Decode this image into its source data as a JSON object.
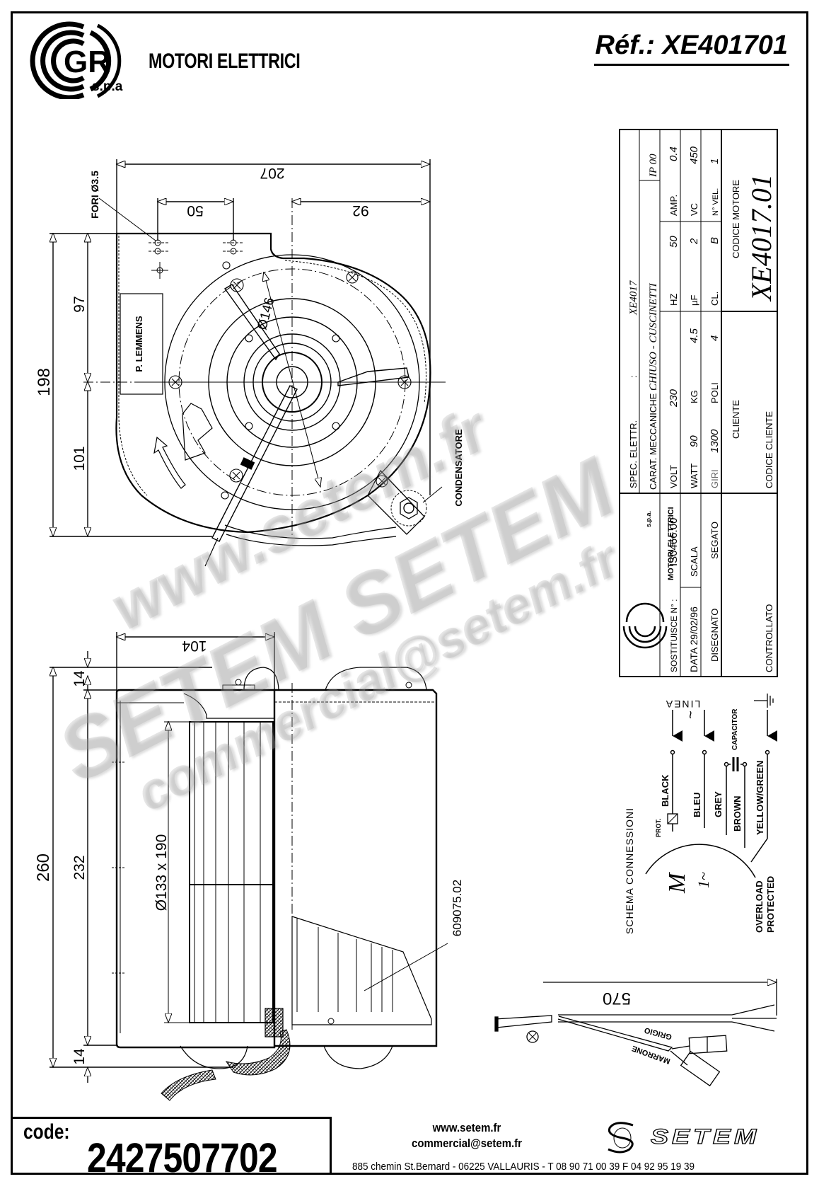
{
  "header": {
    "brand_name": "MOTORI ELETTRICI",
    "brand_suffix": "s.p.a",
    "reference": "Réf.: XE401701"
  },
  "front_view": {
    "dimensions": {
      "overall_width": "207",
      "hole_spacing": "50",
      "offset_right": "92",
      "overall_height": "198",
      "upper_height": "97",
      "lower_height": "101",
      "wheel_diameter": "Ø146"
    },
    "labels": {
      "holes": "FORI Ø3.5",
      "nameplate": "P. LEMMENS",
      "capacitor": "CONDENSATORE"
    }
  },
  "side_view": {
    "dimensions": {
      "depth": "104",
      "top_foot": "14",
      "overall_height": "260",
      "body_height": "232",
      "bottom_foot": "14",
      "wheel_size": "Ø133 x 190"
    },
    "labels": {
      "part_number": "609075.02"
    }
  },
  "title_block": {
    "spec_elettr_label": "SPEC. ELETTR.",
    "spec_elettr_sep": ":",
    "spec_elettr_value": "XE4017",
    "carat_label": "CARAT. MECCANICHE :",
    "carat_value": "CHIUSO - CUSCINETTI",
    "ip_rating": "IP 00",
    "rows": [
      [
        {
          "label": "VOLT",
          "value": "230"
        },
        {
          "label": "HZ",
          "value": "50"
        },
        {
          "label": "AMP.",
          "value": "0.4"
        }
      ],
      [
        {
          "label": "WATT",
          "value": "90"
        },
        {
          "label": "KG",
          "value": "4.5"
        },
        {
          "label": "µF",
          "value": "2"
        },
        {
          "label": "VC",
          "value": "450"
        }
      ],
      [
        {
          "label": "GIRI",
          "value": "1300"
        },
        {
          "label": "POLI",
          "value": "4"
        },
        {
          "label": "CL.",
          "value": "B"
        },
        {
          "label": "N° VEL.",
          "value": "1"
        }
      ]
    ],
    "cliente_label": "CLIENTE",
    "codice_cliente_label": "CODICE CLIENTE",
    "codice_motore_label": "CODICE MOTORE",
    "codice_motore_value": "XE4017.01",
    "company_name": "MOTORI ELETTRICI",
    "company_suffix": "s.p.a.",
    "sostituisce_label": "SOSTITUISCE N° :",
    "sostituisce_value": "IS0466.00",
    "data_label": "DATA 29/02/96",
    "scala_label": "SCALA",
    "disegnato_label": "DISEGNATO",
    "disegnato_value": "SEGATO",
    "controllato_label": "CONTROLLATO"
  },
  "wiring": {
    "title": "SCHEMA CONNESSIONI",
    "line_label": "LINEA",
    "line_symbol": "~",
    "motor_symbol": "M",
    "motor_phase": "1~",
    "capacitor_label": "CAPACITOR",
    "prot_label": "PROT.",
    "overload_label_1": "OVERLOAD",
    "overload_label_2": "PROTECTED",
    "wires": [
      "BLACK",
      "BLEU",
      "GREY",
      "BROWN",
      "YELLOW/GREEN"
    ]
  },
  "cable": {
    "length": "570",
    "wire_grey": "GRIGIO",
    "wire_brown": "MARRONE"
  },
  "footer": {
    "code_label": "code:",
    "code_value": "2427507702",
    "website": "www.setem.fr",
    "email": "commercial@setem.fr",
    "address": "885 chemin St.Bernard  -  06225 VALLAURIS  -  T 08 90 71 00 39   F 04 92 95 19 39",
    "setem_brand": "SETEM"
  },
  "watermark": {
    "line1": "www.setem.fr",
    "line2": "SETEM   SETEM",
    "line3": "commercial@setem.fr"
  }
}
